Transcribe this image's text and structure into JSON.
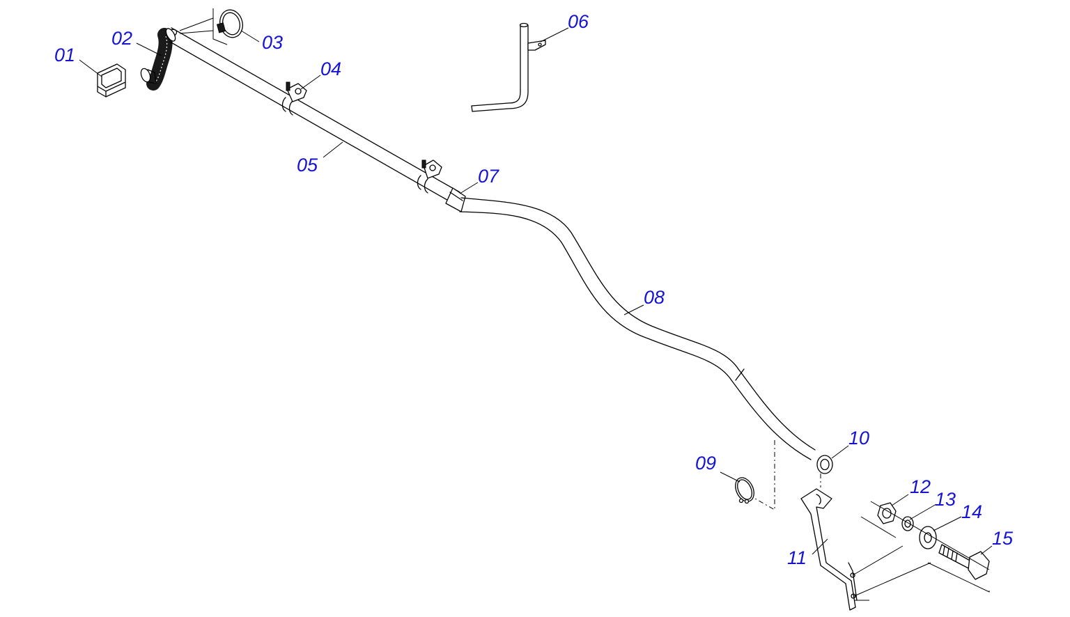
{
  "diagram": {
    "colors": {
      "callout": "#1414d2",
      "line": "#000000",
      "background": "#ffffff"
    },
    "callouts": [
      {
        "id": "01"
      },
      {
        "id": "02"
      },
      {
        "id": "03"
      },
      {
        "id": "04"
      },
      {
        "id": "05"
      },
      {
        "id": "06"
      },
      {
        "id": "07"
      },
      {
        "id": "08"
      },
      {
        "id": "09"
      },
      {
        "id": "10"
      },
      {
        "id": "11"
      },
      {
        "id": "12"
      },
      {
        "id": "13"
      },
      {
        "id": "14"
      },
      {
        "id": "15"
      }
    ]
  }
}
